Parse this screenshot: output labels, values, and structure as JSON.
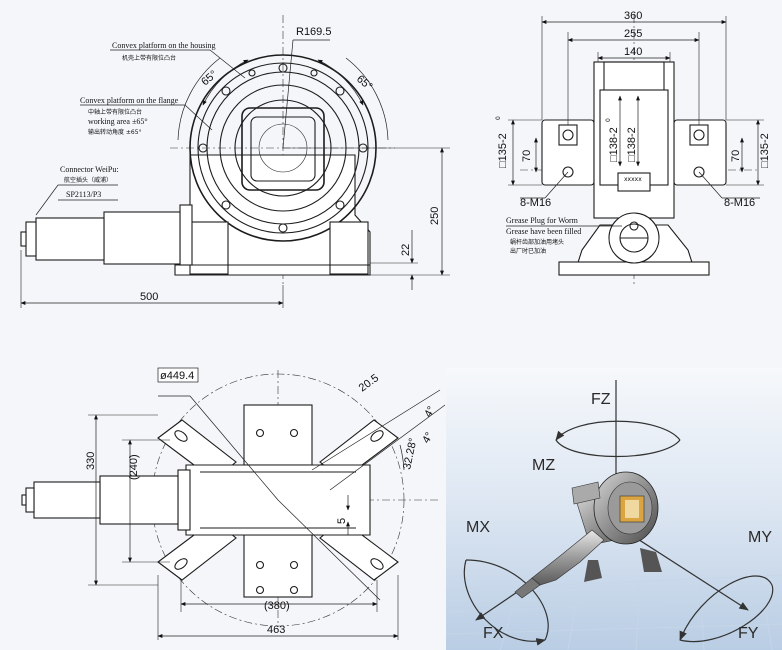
{
  "front_view": {
    "notes": {
      "convex_housing_en": "Convex platform on the housing",
      "convex_housing_cn": "机壳上带有限位凸台",
      "convex_flange_en": "Convex platform on the flange",
      "convex_flange_cn": "中轴上带有限位凸台",
      "working_area_en": "working area ±65°",
      "working_area_cn": "输出转动角度 ±65°",
      "connector_en": "Connector WeiPu:",
      "connector_cn": "航空插头（威浦）",
      "connector_model": "SP2113/P3"
    },
    "dims": {
      "radius": "R169.5",
      "angle_left": "65°",
      "angle_right": "65°",
      "width": "500",
      "height": "250",
      "base": "22"
    }
  },
  "side_view": {
    "dims": {
      "overall": "360",
      "mid": "255",
      "inner": "140",
      "sq_left": "□135-2",
      "sq_left_tol": "0",
      "h_left": "70",
      "sq_center1": "□138-2",
      "sq_center2": "□138-2",
      "sq_tol": "0",
      "h_right": "70",
      "sq_right": "□135-2",
      "bolts_left": "8-M16",
      "bolts_right": "8-M16"
    },
    "notes": {
      "grease_en_1": "Grease Plug for Worm",
      "grease_en_2": "Grease have been filled",
      "grease_cn_1": "蜗杆齿部加油用堵头",
      "grease_cn_2": "出厂时已加油",
      "label_plate": "xxxxx"
    }
  },
  "top_view": {
    "dims": {
      "diameter": "ø449.4",
      "offset": "20.5",
      "angle_a": "4°",
      "angle_b": "4°",
      "angle_c": "32.28°",
      "height": "330",
      "inner_height": "(240)",
      "offset_small": "5",
      "inner_width": "(380)",
      "width": "463"
    }
  },
  "axes_render": {
    "labels": {
      "fz": "FZ",
      "mz": "MZ",
      "mx": "MX",
      "my": "MY",
      "fx": "FX",
      "fy": "FY"
    }
  }
}
